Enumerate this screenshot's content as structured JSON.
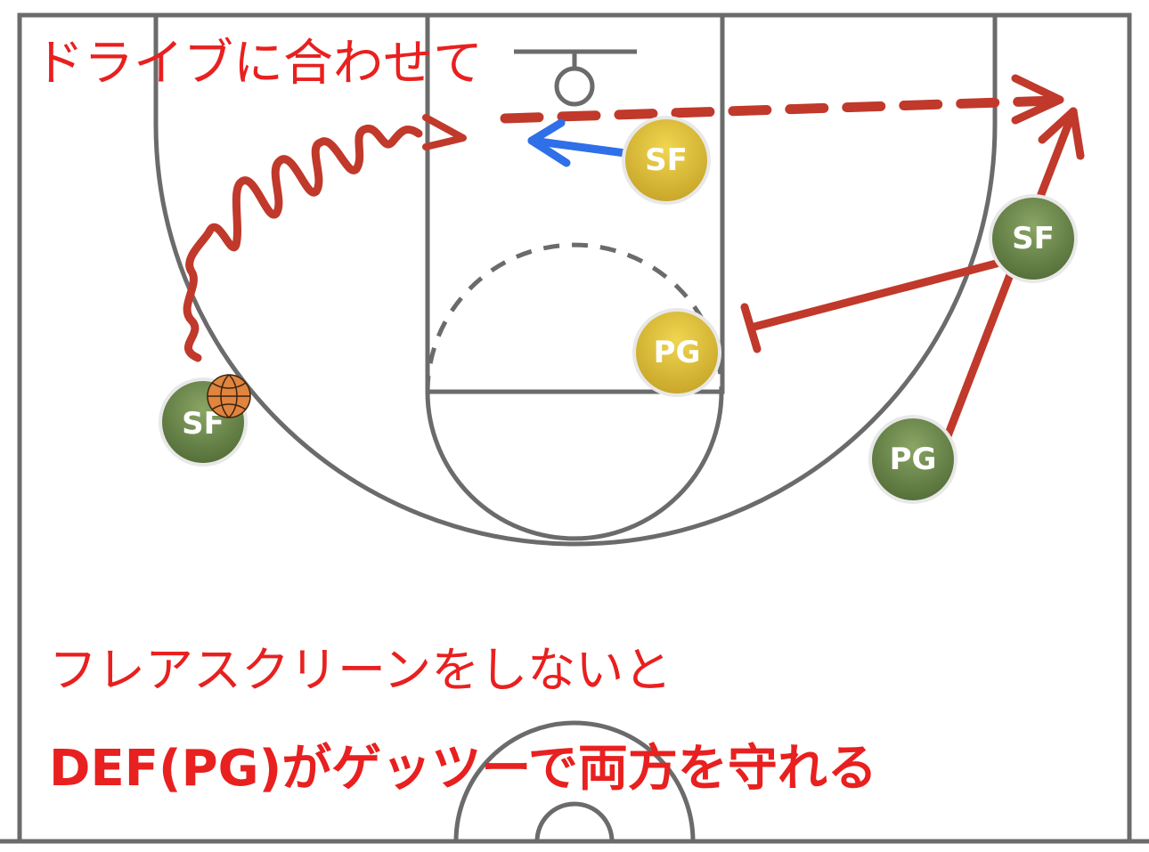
{
  "captions": {
    "top": "ドライブに合わせて",
    "bottom_line1": "フレアスクリーンをしないと",
    "bottom_line2": "DEF(PG)がゲッツーで両方を守れる"
  },
  "players": {
    "defense_sf": "SF",
    "defense_pg": "PG",
    "offense_sf_right": "SF",
    "offense_pg": "PG",
    "offense_sf_ball": "SF"
  },
  "colors": {
    "caption": "#e8201f",
    "offense": "#6b8a45",
    "defense": "#e2c23a",
    "arrow_red": "#c0392b",
    "arrow_blue": "#2f6fe8",
    "court_line": "#6b6b6b"
  }
}
